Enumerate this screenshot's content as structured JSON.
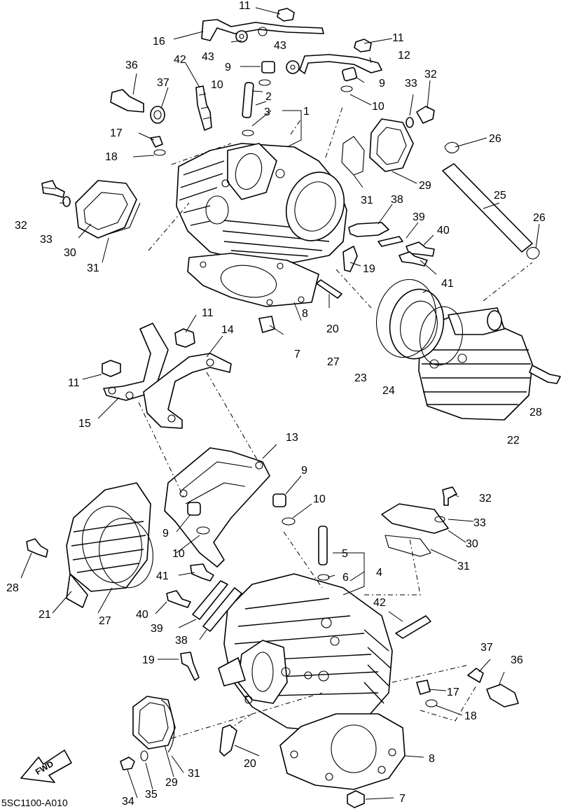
{
  "diagram": {
    "labels": [
      "11",
      "16",
      "43",
      "43",
      "11",
      "12",
      "9",
      "9",
      "36",
      "42",
      "37",
      "10",
      "2",
      "1",
      "3",
      "10",
      "33",
      "32",
      "17",
      "18",
      "26",
      "25",
      "26",
      "32",
      "33",
      "30",
      "31",
      "31",
      "29",
      "38",
      "39",
      "40",
      "19",
      "41",
      "20",
      "8",
      "7",
      "11",
      "14",
      "11",
      "15",
      "27",
      "23",
      "24",
      "28",
      "22",
      "13",
      "9",
      "10",
      "9",
      "10",
      "32",
      "33",
      "30",
      "31",
      "28",
      "41",
      "5",
      "4",
      "6",
      "21",
      "27",
      "40",
      "39",
      "38",
      "42",
      "19",
      "37",
      "36",
      "17",
      "18",
      "20",
      "8",
      "34",
      "35",
      "29",
      "31",
      "7"
    ],
    "fwd_label": "FWD",
    "drawing_code": "5SC1100-A010"
  }
}
